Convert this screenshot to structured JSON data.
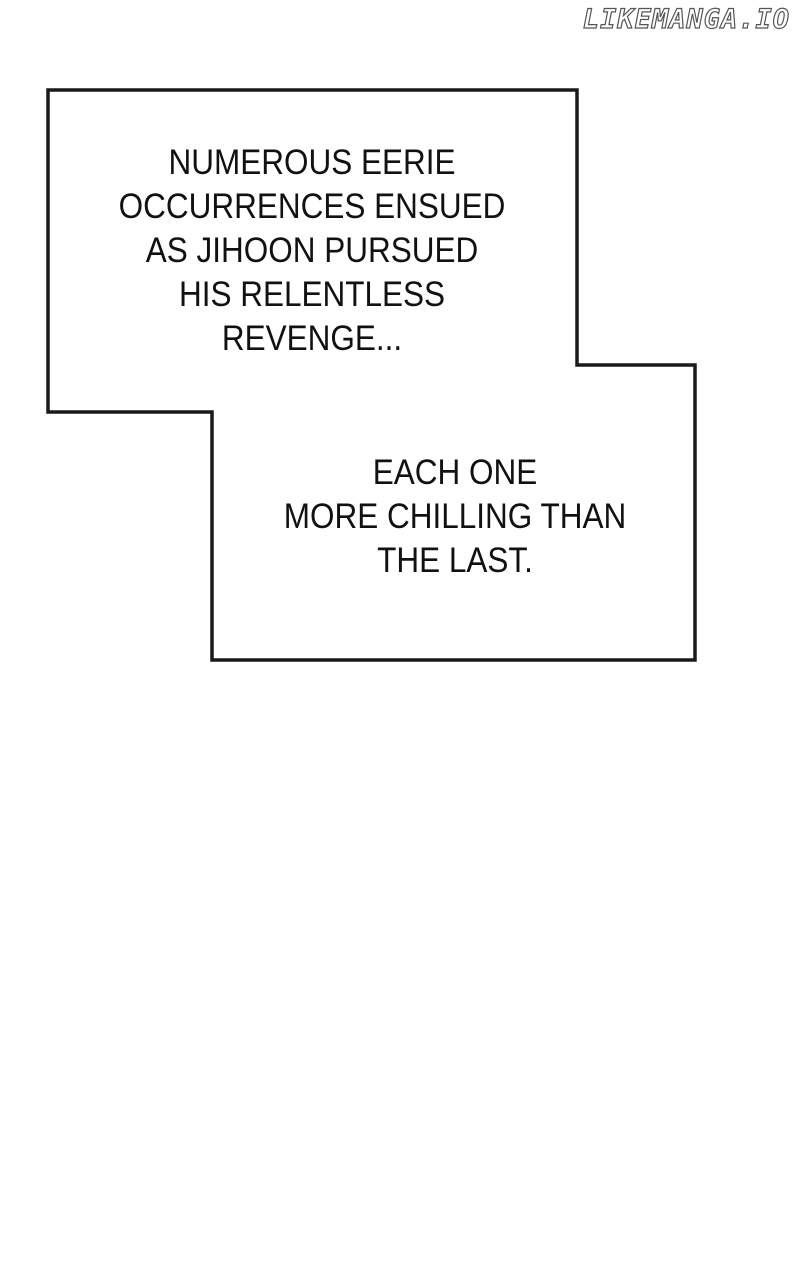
{
  "watermark": "LIKEMANGA.IO",
  "caption_1": [
    "NUMEROUS EERIE",
    "OCCURRENCES ENSUED",
    "AS JIHOON PURSUED",
    "HIS RELENTLESS",
    "REVENGE..."
  ],
  "caption_2": [
    "EACH ONE",
    "MORE CHILLING THAN",
    "THE LAST."
  ],
  "colors": {
    "border": "#1a1a1a",
    "background": "#ffffff",
    "text": "#111111"
  }
}
